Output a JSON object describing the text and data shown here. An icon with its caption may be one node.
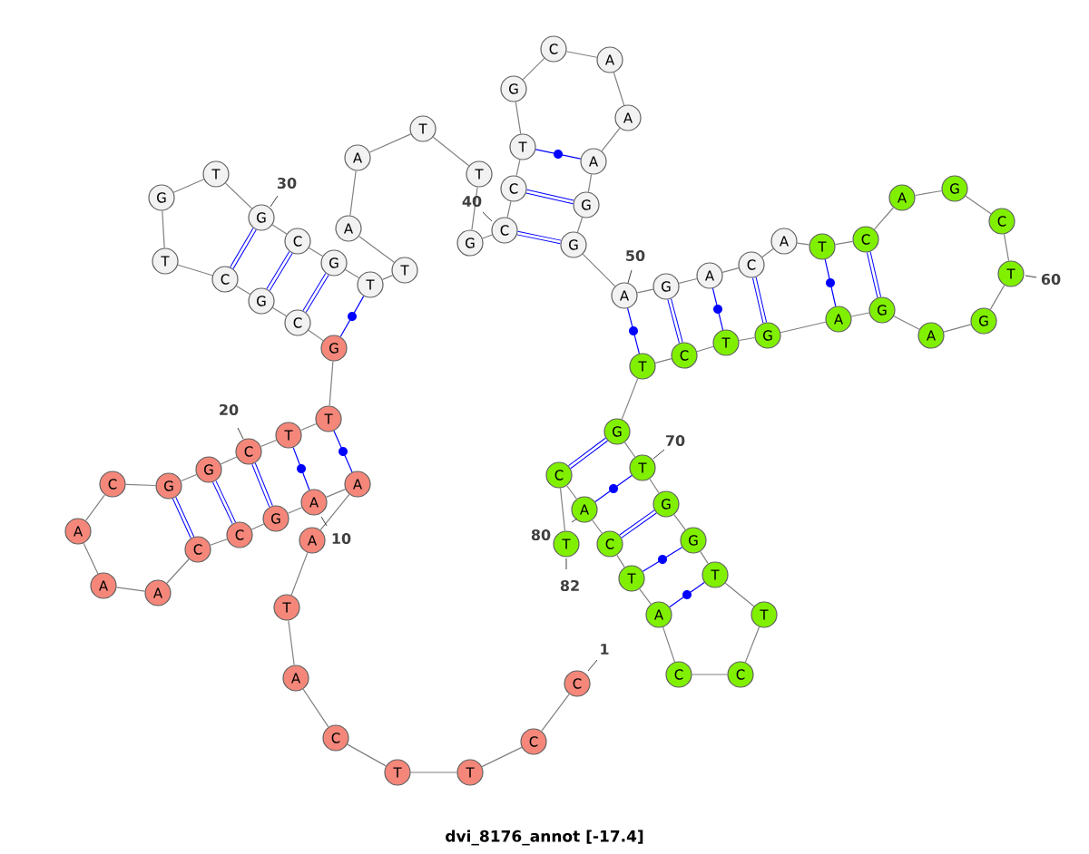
{
  "diagram": {
    "caption": "dvi_8176_annot [-17.4]",
    "nodes": [
      {
        "text": [
          "C"
        ],
        "beside": [
          "1"
        ]
      },
      {
        "text": [
          "C"
        ]
      },
      {
        "text": [
          "T"
        ]
      },
      {
        "text": [
          "T"
        ]
      },
      {
        "text": [
          "C"
        ]
      },
      {
        "text": [
          "A"
        ]
      },
      {
        "text": [
          "T"
        ]
      },
      {
        "text": [
          "A"
        ]
      },
      {
        "text": [
          "A"
        ]
      },
      {
        "text": [
          "A"
        ]
      },
      {
        "text": [
          "G"
        ]
      },
      {
        "text": [
          "C"
        ]
      },
      {
        "text": [
          "C"
        ]
      },
      {
        "text": [
          "A"
        ]
      },
      {
        "text": [
          "A"
        ]
      },
      {
        "text": [
          "A"
        ]
      },
      {
        "text": [
          "C"
        ]
      },
      {
        "text": [
          "G"
        ]
      },
      {
        "text": [
          "G"
        ]
      },
      {
        "text": [
          "C"
        ],
        "beside": [
          "20"
        ]
      },
      {
        "text": [
          "T"
        ]
      },
      {
        "text": [
          "T"
        ]
      },
      {
        "text": [
          "G"
        ]
      },
      {
        "text": [
          "C"
        ]
      },
      {
        "text": [
          "G"
        ]
      },
      {
        "text": [
          "C"
        ]
      },
      {
        "text": [
          "T"
        ]
      },
      {
        "text": [
          "G"
        ]
      },
      {
        "text": [
          "T"
        ]
      },
      {
        "text": [
          "G"
        ],
        "beside": [
          "30"
        ]
      },
      {
        "text": [
          "C"
        ]
      },
      {
        "text": [
          "G"
        ]
      },
      {
        "text": [
          "T"
        ]
      },
      {
        "text": [
          "T"
        ]
      },
      {
        "text": [
          "A"
        ]
      },
      {
        "text": [
          "A"
        ]
      },
      {
        "text": [
          "T"
        ]
      },
      {
        "text": [
          "T"
        ]
      },
      {
        "text": [
          "G"
        ]
      },
      {
        "text": [
          "C"
        ],
        "beside": [
          "40"
        ]
      },
      {
        "text": [
          "C"
        ]
      },
      {
        "text": [
          "T"
        ]
      },
      {
        "text": [
          "G"
        ]
      },
      {
        "text": [
          "C"
        ]
      },
      {
        "text": [
          "A"
        ]
      },
      {
        "text": [
          "A"
        ]
      },
      {
        "text": [
          "A"
        ]
      },
      {
        "text": [
          "G"
        ]
      },
      {
        "text": [
          "G"
        ]
      },
      {
        "text": [
          "A"
        ],
        "beside": [
          "50"
        ]
      },
      {
        "text": [
          "G"
        ]
      },
      {
        "text": [
          "A"
        ]
      },
      {
        "text": [
          "C"
        ]
      },
      {
        "text": [
          "A"
        ]
      },
      {
        "text": [
          "T"
        ]
      },
      {
        "text": [
          "C"
        ]
      },
      {
        "text": [
          "A"
        ]
      },
      {
        "text": [
          "G"
        ]
      },
      {
        "text": [
          "C"
        ]
      },
      {
        "text": [
          "T"
        ],
        "beside": [
          "60"
        ]
      },
      {
        "text": [
          "G"
        ]
      },
      {
        "text": [
          "A"
        ]
      },
      {
        "text": [
          "G"
        ]
      },
      {
        "text": [
          "A"
        ]
      },
      {
        "text": [
          "G"
        ]
      },
      {
        "text": [
          "T"
        ]
      },
      {
        "text": [
          "C"
        ]
      },
      {
        "text": [
          "T"
        ]
      },
      {
        "text": [
          "G"
        ]
      },
      {
        "text": [
          "T"
        ],
        "beside": [
          "70"
        ]
      },
      {
        "text": [
          "G"
        ]
      },
      {
        "text": [
          "G"
        ]
      },
      {
        "text": [
          "T"
        ]
      },
      {
        "text": [
          "T"
        ]
      },
      {
        "text": [
          "C"
        ]
      },
      {
        "text": [
          "C"
        ]
      },
      {
        "text": [
          "A"
        ]
      },
      {
        "text": [
          "T"
        ]
      },
      {
        "text": [
          "C"
        ]
      },
      {
        "text": [
          "A"
        ]
      },
      {
        "text": [
          "C"
        ]
      },
      {
        "text": [
          "T"
        ],
        "beside": [
          "82"
        ]
      }
    ],
    "edges": [
      {
        "from": 0,
        "to": 1,
        "arrow": "none"
      },
      {
        "from": 1,
        "to": 2,
        "arrow": "none"
      },
      {
        "from": 2,
        "to": 3,
        "arrow": "none"
      },
      {
        "from": 3,
        "to": 4,
        "arrow": "none"
      },
      {
        "from": 4,
        "to": 5,
        "arrow": "none"
      },
      {
        "from": 5,
        "to": 6,
        "arrow": "none"
      },
      {
        "from": 6,
        "to": 7,
        "arrow": "none"
      },
      {
        "from": 7,
        "to": 8,
        "arrow": "none"
      },
      {
        "from": 8,
        "to": 9,
        "arrow": "none"
      },
      {
        "from": 9,
        "to": 10,
        "arrow": "none"
      },
      {
        "from": 10,
        "to": 11,
        "arrow": "none"
      },
      {
        "from": 11,
        "to": 12,
        "arrow": "none"
      },
      {
        "from": 12,
        "to": 13,
        "arrow": "none"
      },
      {
        "from": 13,
        "to": 14,
        "arrow": "none"
      },
      {
        "from": 14,
        "to": 15,
        "arrow": "none"
      },
      {
        "from": 15,
        "to": 16,
        "arrow": "none"
      },
      {
        "from": 16,
        "to": 17,
        "arrow": "none"
      },
      {
        "from": 17,
        "to": 18,
        "arrow": "none"
      },
      {
        "from": 18,
        "to": 19,
        "arrow": "none"
      },
      {
        "from": 19,
        "to": 20,
        "arrow": "none"
      },
      {
        "from": 20,
        "to": 21,
        "arrow": "none"
      },
      {
        "from": 21,
        "to": 22,
        "arrow": "none"
      },
      {
        "from": 22,
        "to": 23,
        "arrow": "none"
      },
      {
        "from": 23,
        "to": 24,
        "arrow": "none"
      },
      {
        "from": 24,
        "to": 25,
        "arrow": "none"
      },
      {
        "from": 25,
        "to": 26,
        "arrow": "none"
      },
      {
        "from": 26,
        "to": 27,
        "arrow": "none"
      },
      {
        "from": 27,
        "to": 28,
        "arrow": "none"
      },
      {
        "from": 28,
        "to": 29,
        "arrow": "none"
      },
      {
        "from": 29,
        "to": 30,
        "arrow": "none"
      },
      {
        "from": 30,
        "to": 31,
        "arrow": "none"
      },
      {
        "from": 31,
        "to": 32,
        "arrow": "none"
      },
      {
        "from": 32,
        "to": 33,
        "arrow": "none"
      },
      {
        "from": 33,
        "to": 34,
        "arrow": "none"
      },
      {
        "from": 34,
        "to": 35,
        "arrow": "none"
      },
      {
        "from": 35,
        "to": 36,
        "arrow": "none"
      },
      {
        "from": 36,
        "to": 37,
        "arrow": "none"
      },
      {
        "from": 37,
        "to": 38,
        "arrow": "none"
      },
      {
        "from": 38,
        "to": 39,
        "arrow": "none"
      },
      {
        "from": 39,
        "to": 40,
        "arrow": "none"
      },
      {
        "from": 40,
        "to": 41,
        "arrow": "none"
      },
      {
        "from": 41,
        "to": 42,
        "arrow": "none"
      },
      {
        "from": 42,
        "to": 43,
        "arrow": "none"
      },
      {
        "from": 43,
        "to": 44,
        "arrow": "none"
      },
      {
        "from": 44,
        "to": 45,
        "arrow": "none"
      },
      {
        "from": 45,
        "to": 46,
        "arrow": "none"
      },
      {
        "from": 46,
        "to": 47,
        "arrow": "none"
      },
      {
        "from": 47,
        "to": 48,
        "arrow": "none"
      },
      {
        "from": 48,
        "to": 49,
        "arrow": "none"
      },
      {
        "from": 49,
        "to": 50,
        "arrow": "none"
      },
      {
        "from": 50,
        "to": 51,
        "arrow": "none"
      },
      {
        "from": 51,
        "to": 52,
        "arrow": "none"
      },
      {
        "from": 52,
        "to": 53,
        "arrow": "none"
      },
      {
        "from": 53,
        "to": 54,
        "arrow": "none"
      },
      {
        "from": 54,
        "to": 55,
        "arrow": "none"
      },
      {
        "from": 55,
        "to": 56,
        "arrow": "none"
      },
      {
        "from": 56,
        "to": 57,
        "arrow": "none"
      },
      {
        "from": 57,
        "to": 58,
        "arrow": "none"
      },
      {
        "from": 58,
        "to": 59,
        "arrow": "none"
      },
      {
        "from": 59,
        "to": 60,
        "arrow": "none"
      },
      {
        "from": 60,
        "to": 61,
        "arrow": "none"
      },
      {
        "from": 61,
        "to": 62,
        "arrow": "none"
      },
      {
        "from": 62,
        "to": 63,
        "arrow": "none"
      },
      {
        "from": 63,
        "to": 64,
        "arrow": "none"
      },
      {
        "from": 64,
        "to": 65,
        "arrow": "none"
      },
      {
        "from": 65,
        "to": 66,
        "arrow": "none"
      },
      {
        "from": 66,
        "to": 67,
        "arrow": "none"
      },
      {
        "from": 67,
        "to": 68,
        "arrow": "none"
      },
      {
        "from": 68,
        "to": 69,
        "arrow": "none"
      },
      {
        "from": 69,
        "to": 70,
        "arrow": "none"
      },
      {
        "from": 70,
        "to": 71,
        "arrow": "none"
      },
      {
        "from": 71,
        "to": 72,
        "arrow": "none"
      },
      {
        "from": 72,
        "to": 73,
        "arrow": "none"
      },
      {
        "from": 73,
        "to": 74,
        "arrow": "none"
      },
      {
        "from": 74,
        "to": 75,
        "arrow": "none"
      },
      {
        "from": 75,
        "to": 76,
        "arrow": "none"
      },
      {
        "from": 76,
        "to": 77,
        "arrow": "none"
      },
      {
        "from": 77,
        "to": 78,
        "arrow": "none"
      },
      {
        "from": 78,
        "to": 79,
        "arrow": "none"
      },
      {
        "from": 79,
        "to": 80,
        "arrow": "none"
      },
      {
        "from": 80,
        "to": 81,
        "arrow": "none"
      },
      {
        "from": 8,
        "to": 21,
        "arrow": "none",
        "color": "#0000ff"
      },
      {
        "from": 9,
        "to": 20,
        "arrow": "none",
        "color": "#0000ff"
      },
      {
        "from": 10,
        "to": 19,
        "arrow": "none",
        "style": "thick",
        "color": "#0000ff"
      },
      {
        "from": 11,
        "to": 18,
        "arrow": "none",
        "style": "thick",
        "color": "#0000ff"
      },
      {
        "from": 12,
        "to": 17,
        "arrow": "none",
        "style": "thick",
        "color": "#0000ff"
      },
      {
        "from": 22,
        "to": 32,
        "arrow": "none",
        "color": "#0000ff"
      },
      {
        "from": 23,
        "to": 31,
        "arrow": "none",
        "style": "thick",
        "color": "#0000ff"
      },
      {
        "from": 24,
        "to": 30,
        "arrow": "none",
        "style": "thick",
        "color": "#0000ff"
      },
      {
        "from": 25,
        "to": 29,
        "arrow": "none",
        "style": "thick",
        "color": "#0000ff"
      },
      {
        "from": 39,
        "to": 48,
        "arrow": "none",
        "style": "thick",
        "color": "#0000ff"
      },
      {
        "from": 40,
        "to": 47,
        "arrow": "none",
        "style": "thick",
        "color": "#0000ff"
      },
      {
        "from": 41,
        "to": 46,
        "arrow": "none",
        "color": "#0000ff"
      },
      {
        "from": 49,
        "to": 67,
        "arrow": "none",
        "color": "#0000ff"
      },
      {
        "from": 50,
        "to": 66,
        "arrow": "none",
        "style": "thick",
        "color": "#0000ff"
      },
      {
        "from": 51,
        "to": 65,
        "arrow": "none",
        "color": "#0000ff"
      },
      {
        "from": 52,
        "to": 64,
        "arrow": "none",
        "style": "thick",
        "color": "#0000ff"
      },
      {
        "from": 54,
        "to": 63,
        "arrow": "none",
        "color": "#0000ff"
      },
      {
        "from": 55,
        "to": 62,
        "arrow": "none",
        "style": "thick",
        "color": "#0000ff"
      },
      {
        "from": 68,
        "to": 80,
        "arrow": "none",
        "style": "thick",
        "color": "#0000ff"
      },
      {
        "from": 69,
        "to": 79,
        "arrow": "none",
        "color": "#0000ff"
      },
      {
        "from": 70,
        "to": 78,
        "arrow": "none",
        "style": "thick",
        "color": "#0000ff"
      },
      {
        "from": 71,
        "to": 77,
        "arrow": "none",
        "color": "#0000ff"
      },
      {
        "from": 72,
        "to": 76,
        "arrow": "none",
        "color": "#0000ff"
      }
    ],
    "labels": [
      "10",
      "80"
    ]
  }
}
